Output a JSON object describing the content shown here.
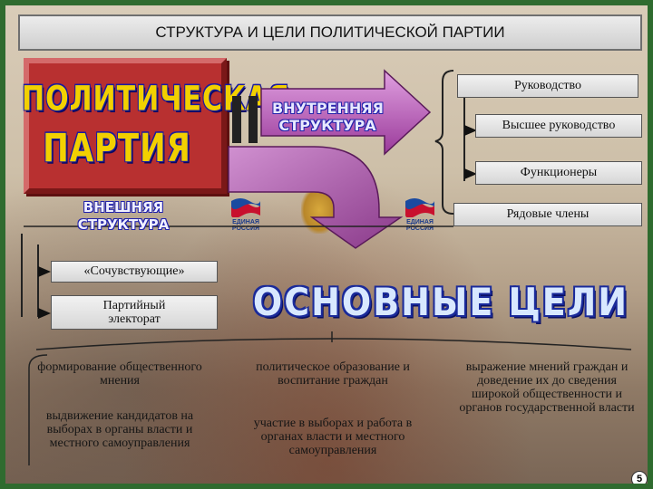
{
  "title": "СТРУКТУРА И ЦЕЛИ ПОЛИТИЧЕСКОЙ ПАРТИИ",
  "party": {
    "line1": "ПОЛИТИЧЕСКАЯ",
    "line2": "ПАРТИЯ"
  },
  "inner_structure": {
    "line1": "ВНУТРЕННЯЯ",
    "line2": "СТРУКТУРА"
  },
  "outer_structure": {
    "line1": "ВНЕШНЯЯ",
    "line2": "СТРУКТУРА"
  },
  "inner_levels": [
    "Руководство",
    "Высшее руководство",
    "Функционеры",
    "Рядовые члены"
  ],
  "outer_levels": [
    "«Сочувствующие»",
    "Партийный электорат"
  ],
  "goals_title": "ОСНОВНЫЕ ЦЕЛИ",
  "goals": {
    "left": [
      "формирование общественного мнения",
      "выдвижение кандидатов на выборах в органы власти и местного самоуправления"
    ],
    "center": [
      "политическое образование и воспитание граждан",
      "участие в выборах и работа в органах власти и местного самоуправления"
    ],
    "right": [
      "выражение мнений граждан и доведение их до сведения широкой общественности и органов государственной власти"
    ]
  },
  "logo_text": [
    "ЕДИНАЯ",
    "РОССИЯ"
  ],
  "page_number": "5",
  "colors": {
    "frame": "#2f6b2f",
    "party_box": "#b83030",
    "arrow": "#c060c0",
    "goal_text": "#1a2a9a"
  }
}
